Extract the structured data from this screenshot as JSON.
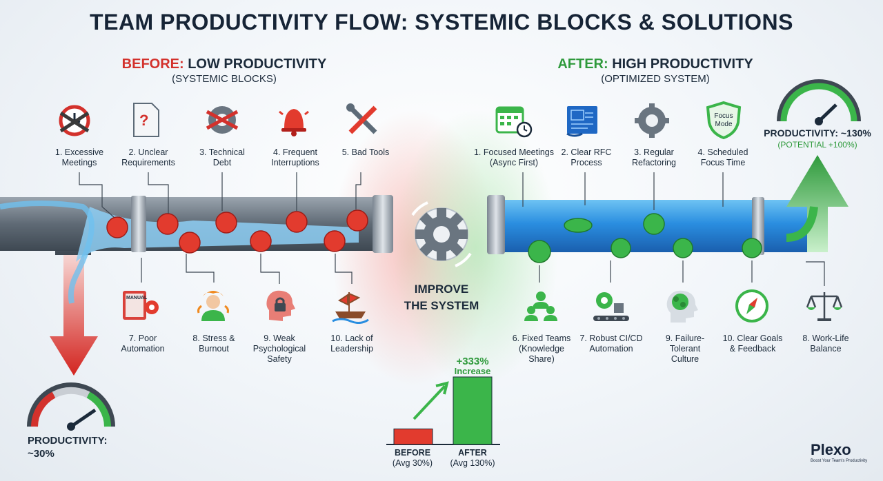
{
  "title": "TEAM PRODUCTIVITY FLOW: SYSTEMIC BLOCKS & SOLUTIONS",
  "before": {
    "heading_prefix": "BEFORE:",
    "heading_rest": "LOW PRODUCTIVITY",
    "subheading": "(SYSTEMIC BLOCKS)",
    "blocks_top": [
      {
        "num": "1. Excessive",
        "line2": "Meetings",
        "icon": "chained-clock-icon"
      },
      {
        "num": "2. Unclear",
        "line2": "Requirements",
        "icon": "document-question-icon"
      },
      {
        "num": "3. Technical",
        "line2": "Debt",
        "icon": "chained-gear-icon"
      },
      {
        "num": "4. Frequent",
        "line2": "Interruptions",
        "icon": "alarm-bell-icon"
      },
      {
        "num": "5. Bad Tools",
        "line2": "",
        "icon": "broken-tools-icon"
      }
    ],
    "blocks_bottom": [
      {
        "num": "7. Poor",
        "line2": "Automation",
        "line3": "",
        "icon": "manual-gear-icon"
      },
      {
        "num": "8. Stress &",
        "line2": "Burnout",
        "line3": "",
        "icon": "burnout-person-icon"
      },
      {
        "num": "9. Weak",
        "line2": "Psychological",
        "line3": "Safety",
        "icon": "locked-head-icon"
      },
      {
        "num": "10. Lack of",
        "line2": "Leadership",
        "line3": "",
        "icon": "sinking-ship-icon"
      }
    ],
    "manual_label": "MANUAL",
    "gauge_label": "PRODUCTIVITY:",
    "gauge_value": "~30%"
  },
  "after": {
    "heading_prefix": "AFTER:",
    "heading_rest": "HIGH PRODUCTIVITY",
    "subheading": "(OPTIMIZED SYSTEM)",
    "solutions_top": [
      {
        "num": "1. Focused Meetings",
        "line2": "(Async First)",
        "icon": "calendar-clock-icon"
      },
      {
        "num": "2. Clear RFC",
        "line2": "Process",
        "icon": "blueprint-icon"
      },
      {
        "num": "3. Regular",
        "line2": "Refactoring",
        "icon": "clean-gear-icon"
      },
      {
        "num": "4. Scheduled",
        "line2": "Focus Time",
        "icon": "focus-shield-icon"
      }
    ],
    "focus_badge_line1": "Focus",
    "focus_badge_line2": "Mode",
    "solutions_bottom": [
      {
        "num": "6. Fixed Teams",
        "line2": "(Knowledge",
        "line3": "Share)",
        "icon": "team-icon"
      },
      {
        "num": "7. Robust CI/CD",
        "line2": "Automation",
        "line3": "",
        "icon": "conveyor-gear-icon"
      },
      {
        "num": "9. Failure-",
        "line2": "Tolerant",
        "line3": "Culture",
        "icon": "brain-head-icon"
      },
      {
        "num": "10. Clear Goals",
        "line2": "& Feedback",
        "line3": "",
        "icon": "compass-icon"
      },
      {
        "num": "8. Work-Life",
        "line2": "Balance",
        "line3": "",
        "icon": "balance-scale-icon"
      }
    ],
    "gauge_label": "PRODUCTIVITY: ~130%",
    "gauge_sub": "(POTENTIAL +100%)"
  },
  "center": {
    "line1": "IMPROVE",
    "line2": "THE SYSTEM"
  },
  "chart_data": {
    "type": "bar",
    "categories": [
      "BEFORE",
      "AFTER"
    ],
    "category_sublabels": [
      "(Avg 30%)",
      "(Avg 130%)"
    ],
    "values": [
      30,
      130
    ],
    "colors": [
      "#e23b2e",
      "#3bb54a"
    ],
    "annotation_value": "+333%",
    "annotation_text": "Increase"
  },
  "brand": {
    "name": "Plexo",
    "tagline": "Boost Your Team's Productivity"
  }
}
